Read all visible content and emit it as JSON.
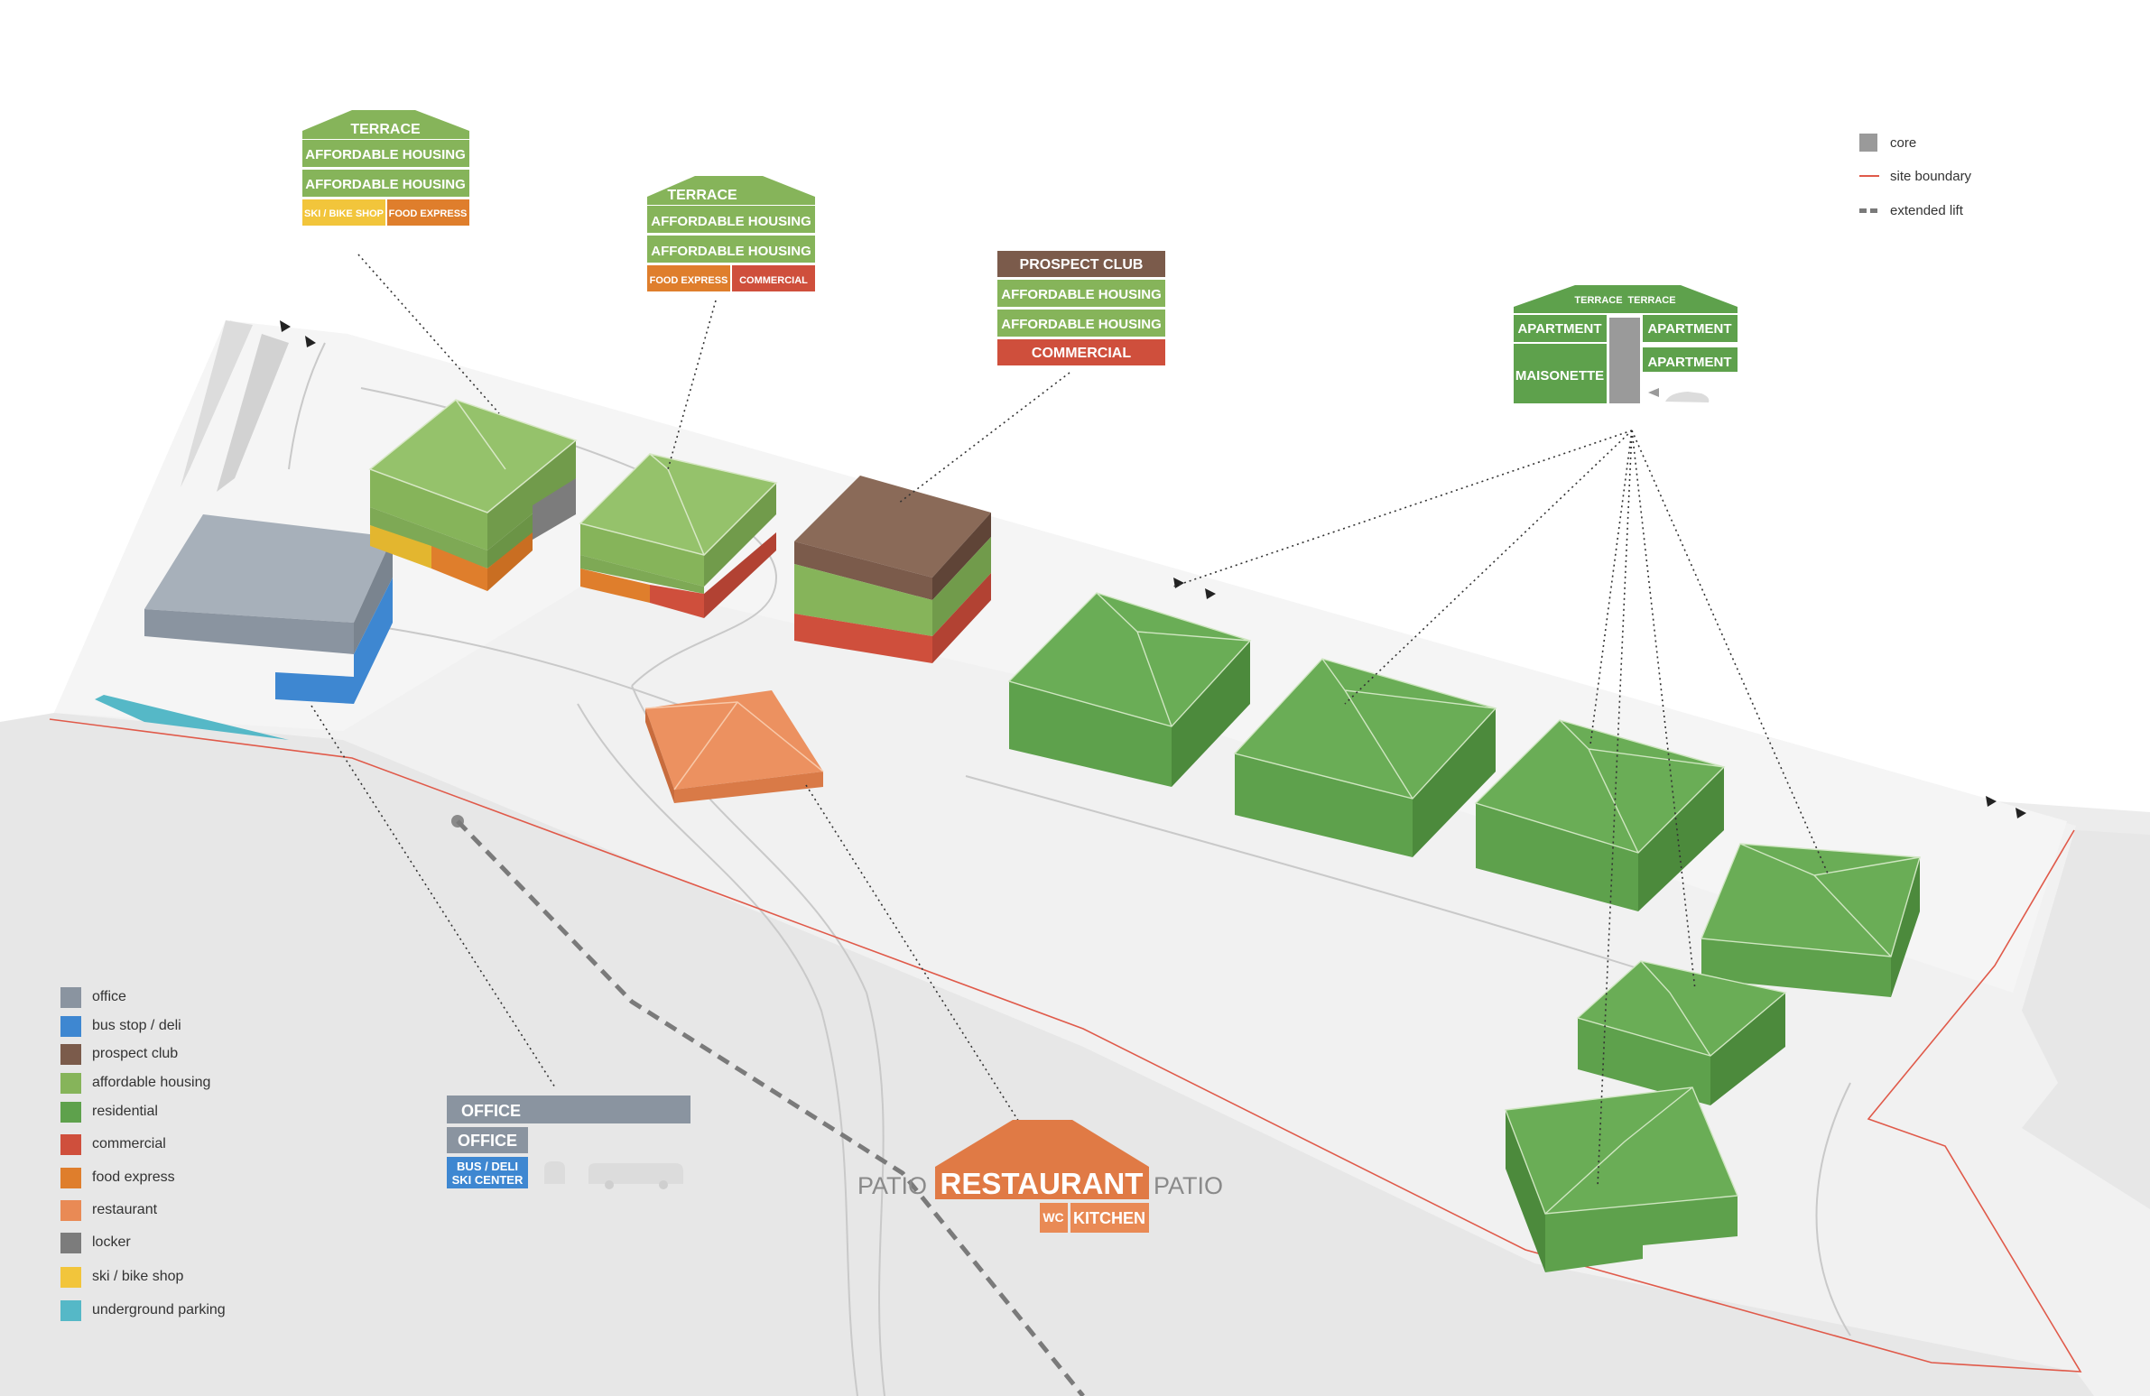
{
  "colors": {
    "office": "#8a94a0",
    "bus_stop": "#3e87d1",
    "prospect": "#7b5b4b",
    "affordable": "#86b45a",
    "residential": "#5ea14c",
    "commercial": "#cf4f3c",
    "food": "#df7e2c",
    "restaurant": "#e98a55",
    "locker": "#7c7c7c",
    "ski": "#f2c53b",
    "parking": "#55b8c7",
    "site_boundary": "#e05a4a",
    "core": "#9a9a9a"
  },
  "legend": [
    {
      "label": "office",
      "color": "#8a94a0"
    },
    {
      "label": "bus stop / deli",
      "color": "#3e87d1"
    },
    {
      "label": "prospect club",
      "color": "#7b5b4b"
    },
    {
      "label": "affordable housing",
      "color": "#86b45a"
    },
    {
      "label": "residential",
      "color": "#5ea14c"
    },
    {
      "label": "commercial",
      "color": "#cf4f3c"
    },
    {
      "label": "food express",
      "color": "#df7e2c"
    },
    {
      "label": "restaurant",
      "color": "#e98a55"
    },
    {
      "label": "locker",
      "color": "#7c7c7c"
    },
    {
      "label": "ski / bike shop",
      "color": "#f2c53b"
    },
    {
      "label": "underground parking",
      "color": "#55b8c7"
    }
  ],
  "key": {
    "core": "core",
    "site_boundary": "site boundary",
    "extended_lift": "extended lift"
  },
  "section_a": {
    "terrace": "TERRACE",
    "floor2": "AFFORDABLE HOUSING",
    "floor1": "AFFORDABLE HOUSING",
    "ground_left": "SKI / BIKE SHOP",
    "ground_right": "FOOD EXPRESS"
  },
  "section_b": {
    "terrace": "TERRACE",
    "floor2": "AFFORDABLE HOUSING",
    "floor1": "AFFORDABLE HOUSING",
    "ground_left": "FOOD EXPRESS",
    "ground_right": "COMMERCIAL"
  },
  "section_c": {
    "top": "PROSPECT CLUB",
    "floor2": "AFFORDABLE HOUSING",
    "floor1": "AFFORDABLE HOUSING",
    "ground": "COMMERCIAL"
  },
  "section_d": {
    "terrace_left": "TERRACE",
    "terrace_right": "TERRACE",
    "apartment_left": "APARTMENT",
    "apartment_right_top": "APARTMENT",
    "maisonette": "MAISONETTE",
    "apartment_right_bottom": "APARTMENT"
  },
  "section_office": {
    "floor2": "OFFICE",
    "floor1": "OFFICE",
    "ground_line1": "BUS / DELI",
    "ground_line2": "SKI CENTER"
  },
  "section_restaurant": {
    "patio_left": "PATIO",
    "main": "RESTAURANT",
    "patio_right": "PATIO",
    "wc": "WC",
    "kitchen": "KITCHEN"
  }
}
